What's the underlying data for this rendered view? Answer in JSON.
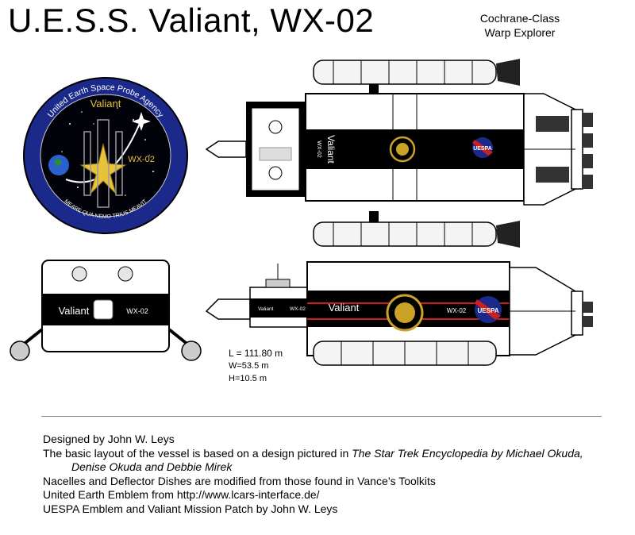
{
  "header": {
    "title": "U.E.S.S. Valiant, WX-02",
    "subtitle_line1": "Cochrane-Class",
    "subtitle_line2": "Warp Explorer"
  },
  "patch": {
    "ring_text": "United Earth Space Probe Agency",
    "ship_name": "Valiant",
    "registry": "WX-02",
    "motto": "MEARE QUA NEMO TRIUS MEAVIT",
    "colors": {
      "ring": "#1b2a8a",
      "field": "#02030a",
      "star": "#e7c23a",
      "earth": "#2b5fd0"
    }
  },
  "top_view": {
    "hull_name": "Valiant",
    "hull_registry": "WX-02",
    "badge_text": "UESPA"
  },
  "front_view": {
    "name": "Valiant",
    "registry": "WX-02"
  },
  "side_view": {
    "name_small": "Valiant",
    "registry_small": "WX-02",
    "name": "Valiant",
    "registry": "WX-02",
    "badge_text": "UESPA",
    "colors": {
      "stripe": "#cc1f1f",
      "emblem": "#c9a227"
    }
  },
  "dimensions": {
    "length": "L = 111.80 m",
    "width": "W=53.5 m",
    "height": "H=10.5 m"
  },
  "credits": {
    "line1": "Designed by John W. Leys",
    "line2_plain": "The basic layout of the vessel is based on a design pictured in ",
    "line2_italic": "The Star Trek Encyclopedia by Michael Okuda,",
    "line3_italic": "Denise Okuda and Debbie Mirek",
    "line4": "Nacelles and Deflector Dishes are modified from those found in Vance’s Toolkits",
    "line5": "United Earth Emblem from http://www.lcars-interface.de/",
    "line6": "UESPA Emblem and Valiant Mission Patch by John W. Leys"
  }
}
